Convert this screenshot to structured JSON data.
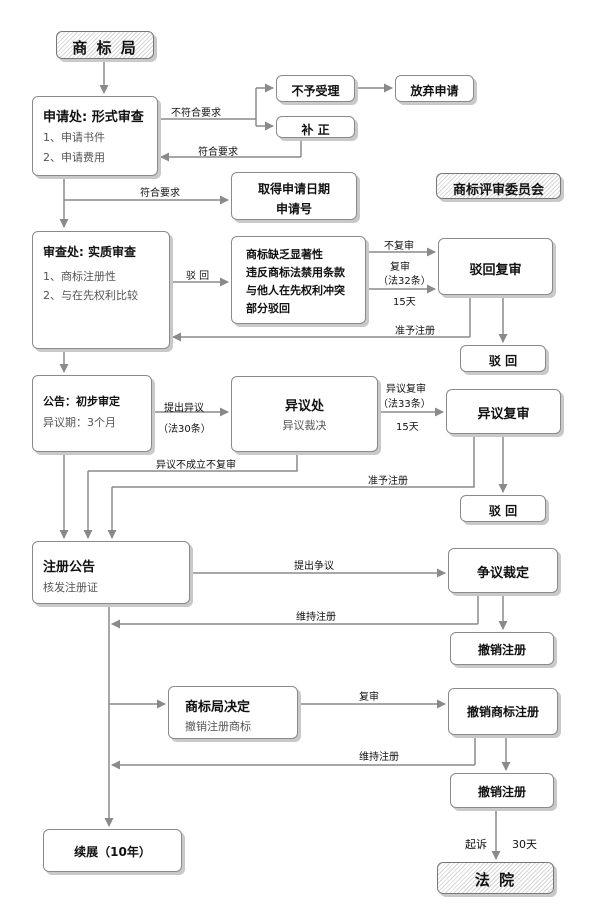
{
  "nodes": {
    "trademark_office": "商 标 局",
    "app_office_title": "申请处: 形式审查",
    "app_office_item1": "1、申请书件",
    "app_office_item2": "2、申请费用",
    "not_accepted": "不予受理",
    "abandon": "放弃申请",
    "correction": "补 正",
    "filing_date_line1": "取得申请日期",
    "filing_date_line2": "申请号",
    "review_board": "商标评审委员会",
    "exam_title": "审查处: 实质审查",
    "exam_item1": "1、商标注册性",
    "exam_item2": "2、与在先权利比较",
    "reject_reason1": "商标缺乏显著性",
    "reject_reason2": "违反商标法禁用条款",
    "reject_reason3": "与他人在先权利冲突",
    "reject_reason4": "部分驳回",
    "rejection_review": "驳回复审",
    "rejected1": "驳 回",
    "announce_title": "公告：初步审定",
    "announce_period": "异议期：3个月",
    "opposition_title": "异议处",
    "opposition_sub": "异议裁决",
    "opposition_review": "异议复审",
    "rejected2": "驳 回",
    "reg_announce_title": "注册公告",
    "reg_announce_sub": "核发注册证",
    "dispute_ruling": "争议裁定",
    "revoke1": "撤销注册",
    "office_decision_title": "商标局决定",
    "office_decision_sub": "撤销注册商标",
    "revoke_trademark": "撤销商标注册",
    "revoke2": "撤销注册",
    "renewal": "续展（10年）",
    "court": "法 院"
  },
  "edges": {
    "not_conform": "不符合要求",
    "conform1": "符合要求",
    "conform2": "符合要求",
    "dismiss": "驳 回",
    "no_review": "不复审",
    "review": "复审",
    "law32": "（法32条）",
    "days15a": "15天",
    "approve1": "准予注册",
    "file_opposition": "提出异议",
    "law30": "（法30条）",
    "opp_review": "异议复审",
    "law33": "（法33条）",
    "days15b": "15天",
    "opp_not_est": "异议不成立不复审",
    "approve2": "准予注册",
    "file_dispute": "提出争议",
    "maintain1": "维持注册",
    "review2": "复审",
    "maintain2": "维持注册",
    "sue": "起诉",
    "days30": "30天"
  }
}
